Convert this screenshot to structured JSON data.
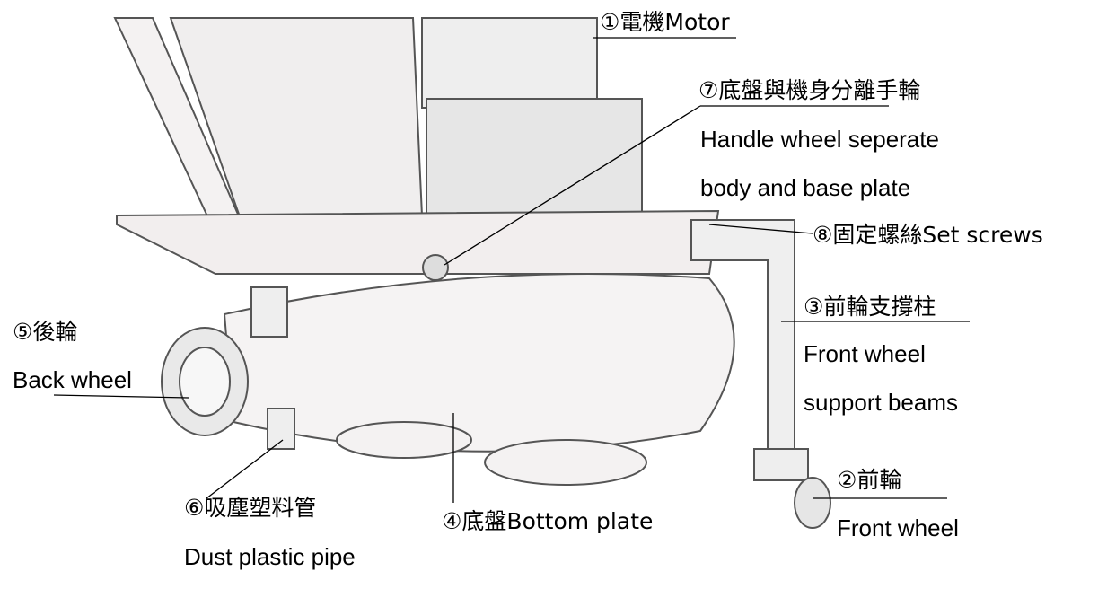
{
  "labels": {
    "motor": "①電機Motor",
    "handle_zh": "⑦底盤與機身分離手輪",
    "handle_en1": "Handle wheel seperate",
    "handle_en2": "body and base plate",
    "screws": "⑧固定螺絲Set screws",
    "beam_zh": "③前輪支撐柱",
    "beam_en1": "Front wheel",
    "beam_en2": "support beams",
    "front_wheel_zh": "②前輪",
    "front_wheel_en": "Front wheel",
    "bottom_plate": "④底盤Bottom plate",
    "pipe_zh": "⑥吸塵塑料管",
    "pipe_en": "Dust plastic pipe",
    "back_wheel_zh": "⑤後輪",
    "back_wheel_en": "Back wheel"
  }
}
